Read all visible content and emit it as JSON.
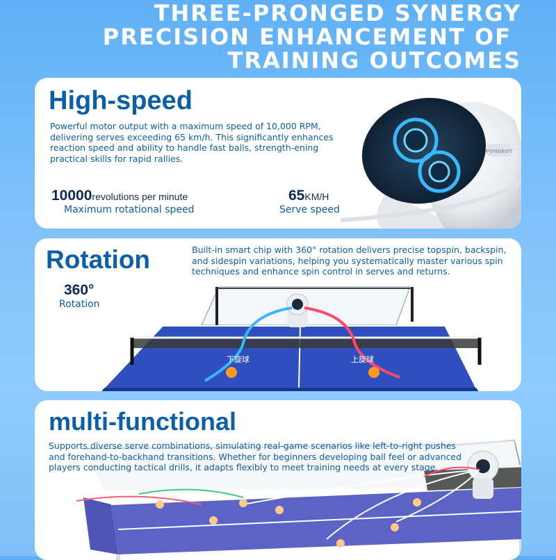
{
  "header": {
    "line1": "THREE-PRONGED SYNERGY",
    "line2": "PRECISION ENHANCEMENT OF",
    "line3": "TRAINING OUTCOMES"
  },
  "high_speed": {
    "title": "High-speed",
    "description": "Powerful motor output with a maximum speed of 10,000 RPM, delivering serves exceeding 65 km/h. This significantly enhances reaction speed and ability to handle fast balls, strength-ening practical skills for rapid rallies.",
    "stat1_value": "10000",
    "stat1_unit": "revolutions per minute",
    "stat1_label": "Maximum rotational speed",
    "stat2_value": "65",
    "stat2_unit": "KM/H",
    "stat2_label": "Serve speed",
    "device_logo": "PONGBOT"
  },
  "rotation": {
    "title": "Rotation",
    "description": "Built-in smart chip with 360° rotation delivers precise topspin, backspin, and sidespin variations, helping you systematically master various spin techniques and enhance spin control in serves and returns.",
    "stat_value": "360°",
    "stat_label": "Rotation",
    "table_label_left": "下旋球",
    "table_label_right": "上旋球"
  },
  "multi": {
    "title": "multi-functional",
    "description": "Supports diverse serve combinations, simulating real-game scenarios like left-to-right pushes and forehand-to-backhand transitions. Whether for beginners developing ball feel or advanced players conducting tactical drills, it adapts flexibly to meet training needs at every stage."
  },
  "colors": {
    "accent_blue": "#0b5fa8",
    "table_blue": "#2f4fbf",
    "glow_blue": "#38b8ff",
    "trail_red": "#ff4a6a"
  }
}
